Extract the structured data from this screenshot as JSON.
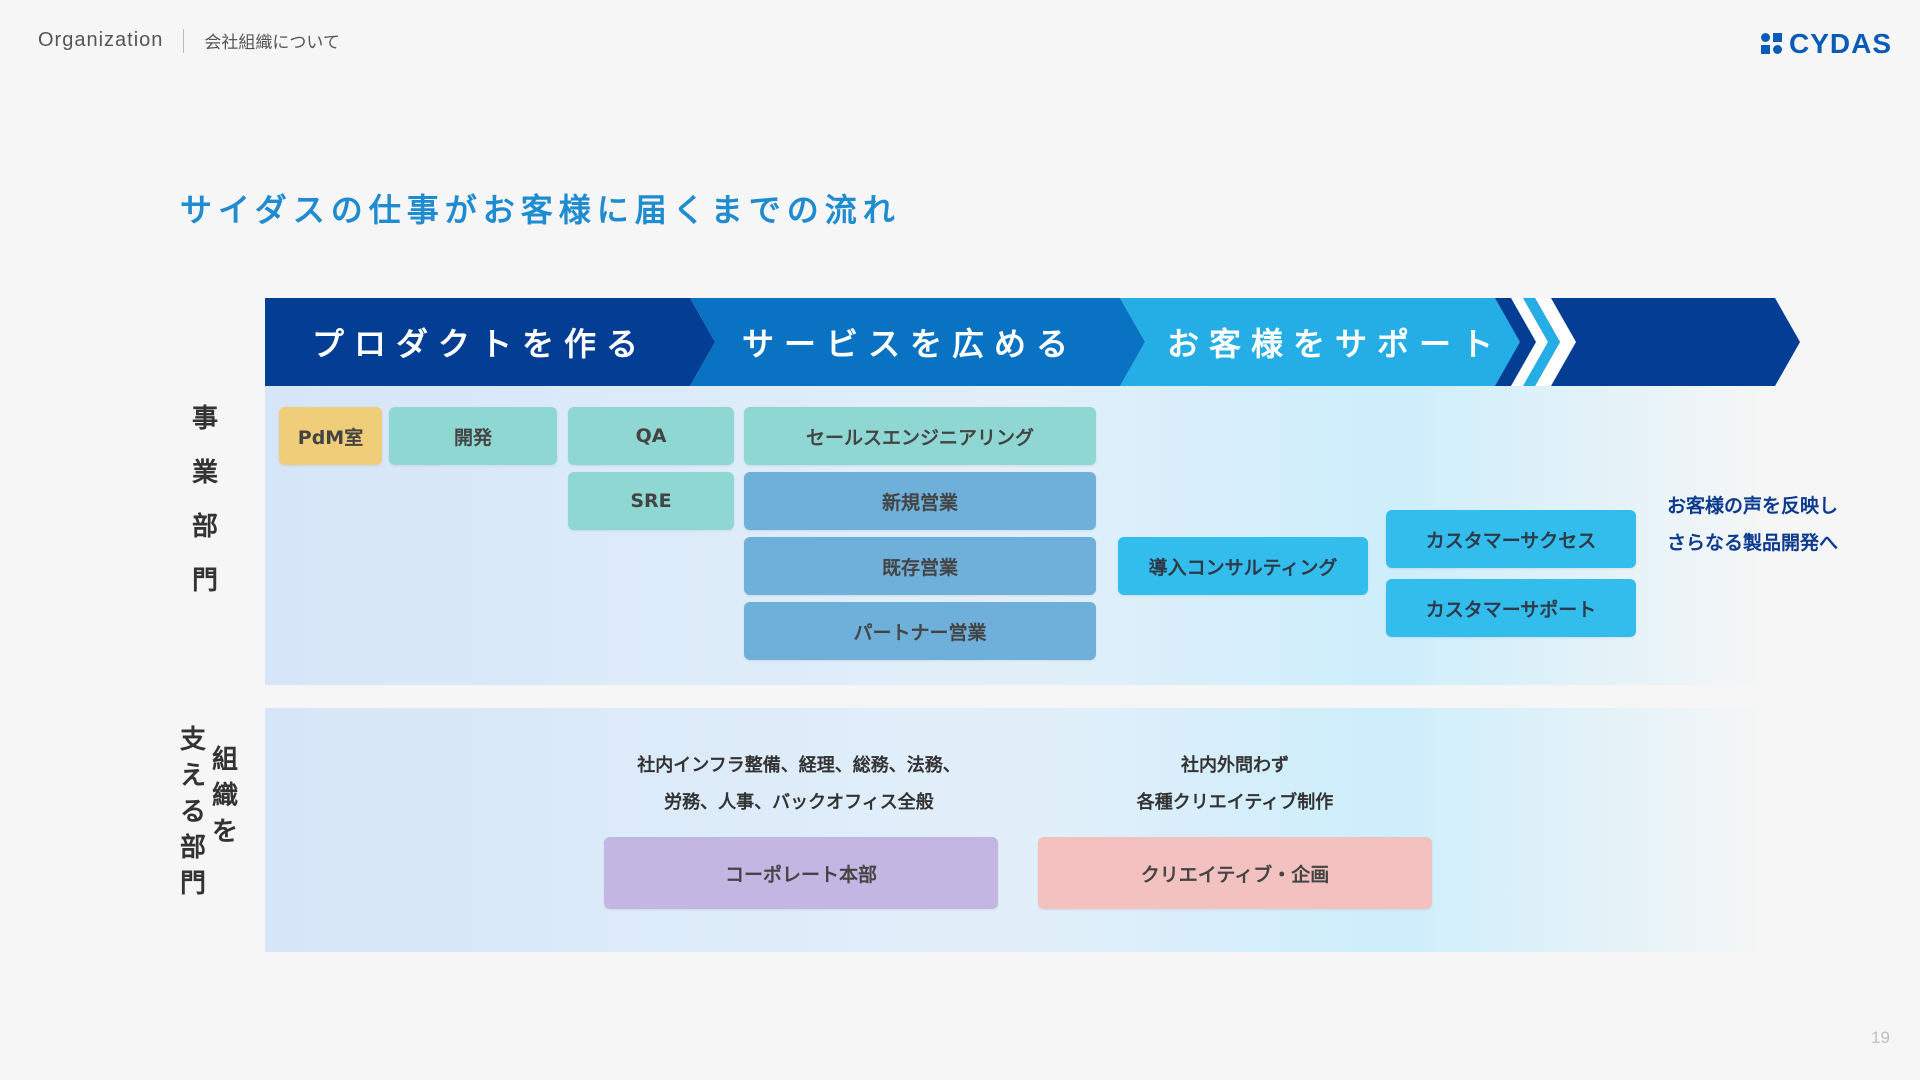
{
  "header": {
    "section": "Organization",
    "subtitle": "会社組織について"
  },
  "logo": {
    "text": "CYDAS"
  },
  "title": "サイダスの仕事がお客様に届くまでの流れ",
  "flow": {
    "stages": [
      "プロダクトを作る",
      "サービスを広める",
      "お客様をサポート"
    ]
  },
  "business": {
    "label_chars": [
      "事",
      "業",
      "部",
      "門"
    ],
    "units": {
      "pdm": "PdM室",
      "dev": "開発",
      "qa": "QA",
      "sre": "SRE",
      "sales_eng": "セールスエンジニアリング",
      "new_sales": "新規営業",
      "existing_sales": "既存営業",
      "partner_sales": "パートナー営業",
      "consulting": "導入コンサルティング",
      "cs_success": "カスタマーサクセス",
      "cs_support": "カスタマーサポート"
    },
    "feedback": [
      "お客様の声を反映し",
      "さらなる製品開発へ"
    ]
  },
  "support": {
    "label_col1": [
      "支",
      "え",
      "る",
      "部",
      "門"
    ],
    "label_col2": [
      "組",
      "織",
      "を"
    ],
    "corporate": {
      "desc": [
        "社内インフラ整備、経理、総務、法務、",
        "労務、人事、バックオフィス全般"
      ],
      "name": "コーポレート本部"
    },
    "creative": {
      "desc": [
        "社内外問わず",
        "各種クリエイティブ制作"
      ],
      "name": "クリエイティブ・企画"
    }
  },
  "page_number": "19",
  "colors": {
    "stage1": "#033d94",
    "stage2": "#0a72c2",
    "stage3": "#25ade6",
    "accent": "#1f8bd0",
    "feedback": "#0b3a8f"
  }
}
